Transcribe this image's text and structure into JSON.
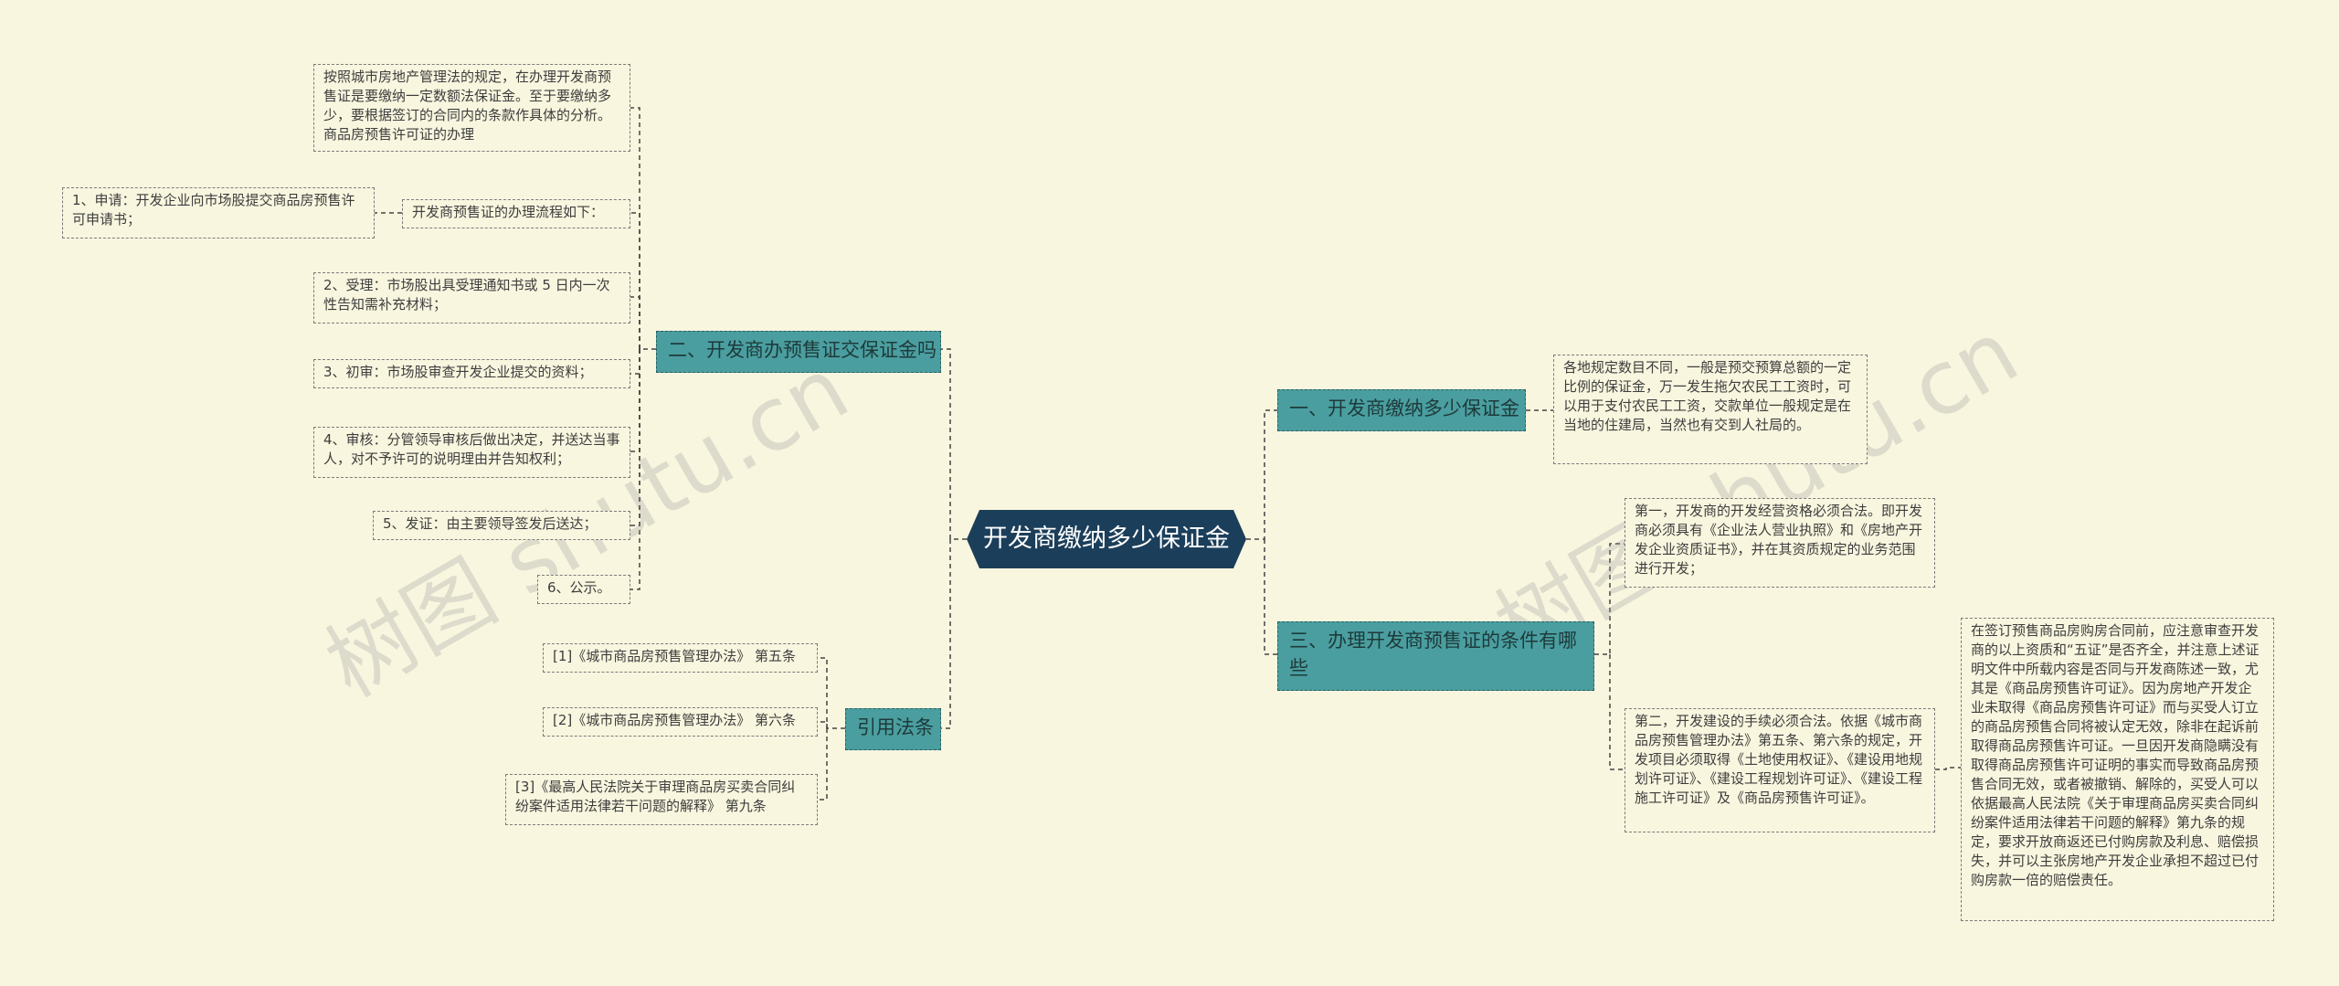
{
  "root": {
    "label": "开发商缴纳多少保证金"
  },
  "branches": {
    "left_fee": {
      "label": "二、开发商办预售证交保证金吗"
    },
    "left_law": {
      "label": "引用法条"
    },
    "right_amount": {
      "label": "一、开发商缴纳多少保证金"
    },
    "right_cond": {
      "label": "三、办理开发商预售证的条件有哪些"
    }
  },
  "leaves": {
    "fee_intro": "按照城市房地产管理法的规定，在办理开发商预售证是要缴纳一定数额法保证金。至于要缴纳多少，要根据签订的合同内的条款作具体的分析。商品房预售许可证的办理",
    "fee_process": "开发商预售证的办理流程如下：",
    "fee_step1": "1、申请：开发企业向市场股提交商品房预售许可申请书；",
    "fee_step2": "2、受理：市场股出具受理通知书或 5 日内一次性告知需补充材料；",
    "fee_step3": "3、初审：市场股审查开发企业提交的资料；",
    "fee_step4": "4、审核：分管领导审核后做出决定，并送达当事人，对不予许可的说明理由并告知权利；",
    "fee_step5": "5、发证：由主要领导签发后送达；",
    "fee_step6": "6、公示。",
    "law1": "[1]《城市商品房预售管理办法》 第五条",
    "law2": "[2]《城市商品房预售管理办法》 第六条",
    "law3": "[3]《最高人民法院关于审理商品房买卖合同纠纷案件适用法律若干问题的解释》 第九条",
    "amount_detail": "各地规定数目不同，一般是预交预算总额的一定比例的保证金，万一发生拖欠农民工工资时，可以用于支付农民工工资，交款单位一般规定是在当地的住建局，当然也有交到人社局的。",
    "cond1": "第一，开发商的开发经营资格必须合法。即开发商必须具有《企业法人营业执照》和《房地产开发企业资质证书》，并在其资质规定的业务范围进行开发；",
    "cond2": "第二，开发建设的手续必须合法。依据《城市商品房预售管理办法》第五条、第六条的规定，开发项目必须取得《土地使用权证》、《建设用地规划许可证》、《建设工程规划许可证》、《建设工程施工许可证》及《商品房预售许可证》。",
    "cond2_detail": "在签订预售商品房购房合同前，应注意审查开发商的以上资质和“五证”是否齐全，并注意上述证明文件中所载内容是否同与开发商陈述一致，尤其是《商品房预售许可证》。因为房地产开发企业未取得《商品房预售许可证》而与买受人订立的商品房预售合同将被认定无效，除非在起诉前取得商品房预售许可证。一旦因开发商隐瞒没有取得商品房预售许可证明的事实而导致商品房预售合同无效，或者被撤销、解除的，买受人可以依据最高人民法院《关于审理商品房买卖合同纠纷案件适用法律若干问题的解释》第九条的规定，要求开放商返还已付购房款及利息、赔偿损失，并可以主张房地产开发企业承担不超过已付购房款一倍的赔偿责任。"
  },
  "watermark": "树图 shutu.cn",
  "colors": {
    "background": "#f9f6df",
    "root_fill": "#1b3e5a",
    "branch_fill": "#4a9ea0",
    "connector": "#444444"
  }
}
